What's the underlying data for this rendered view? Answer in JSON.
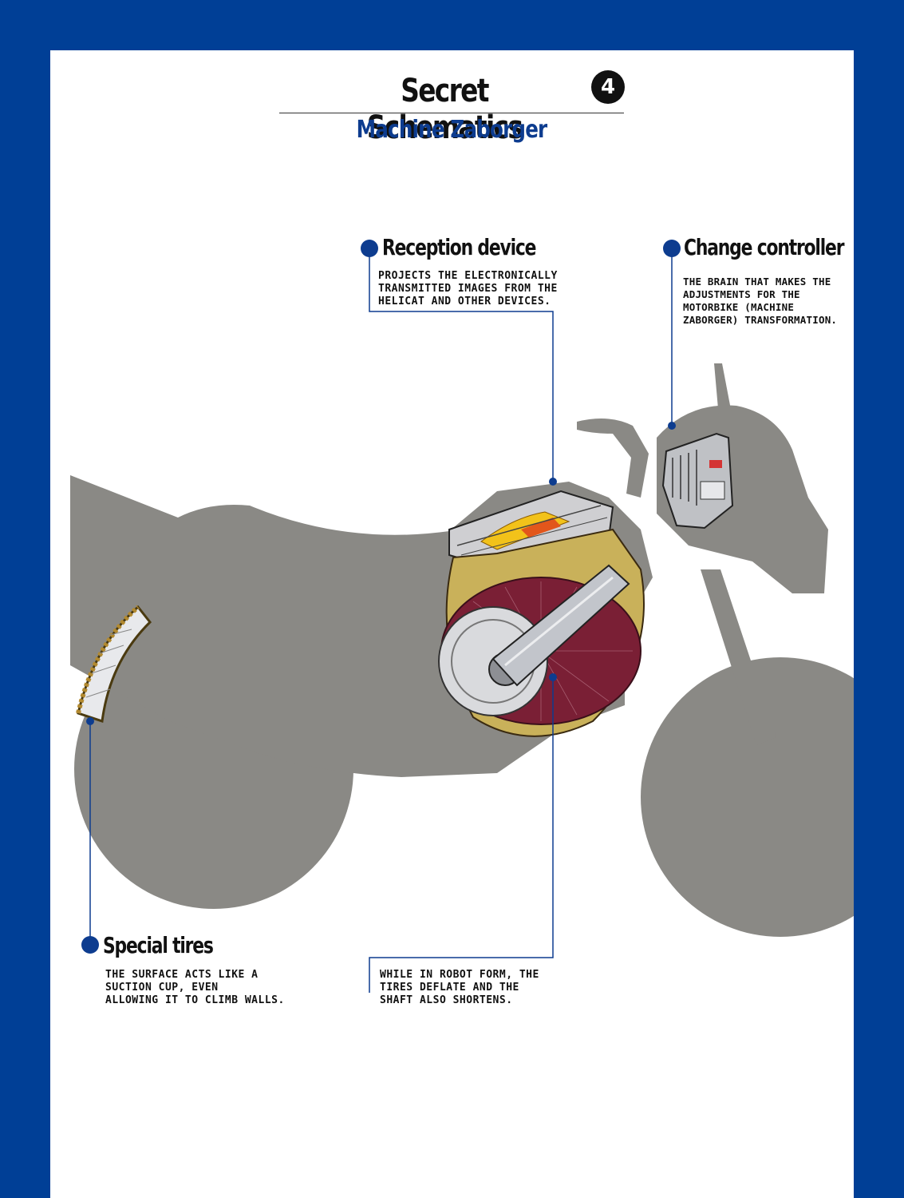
{
  "page": {
    "title": "Secret Schematics",
    "badge": "4",
    "subtitle": "Machine Zaborger"
  },
  "callouts": {
    "reception": {
      "title": "Reception device",
      "text": "Projects the electronically\ntransmitted images from the\nHelicat and other devices."
    },
    "change": {
      "title": "Change controller",
      "text": "The brain that makes the\nadjustments for the\nmotorbike (machine\nZaborger) transformation."
    },
    "tires": {
      "title": "Special tires",
      "text": "The surface acts like a\nsuction cup, even\nallowing it to climb walls."
    },
    "wheel": {
      "text": "While in robot form, the\ntires deflate and the\nshaft also shortens."
    }
  },
  "colors": {
    "frame": "#003f96",
    "accent": "#0d3c8f",
    "silhouette": "#8a8985",
    "rim": "#7a1f35"
  }
}
